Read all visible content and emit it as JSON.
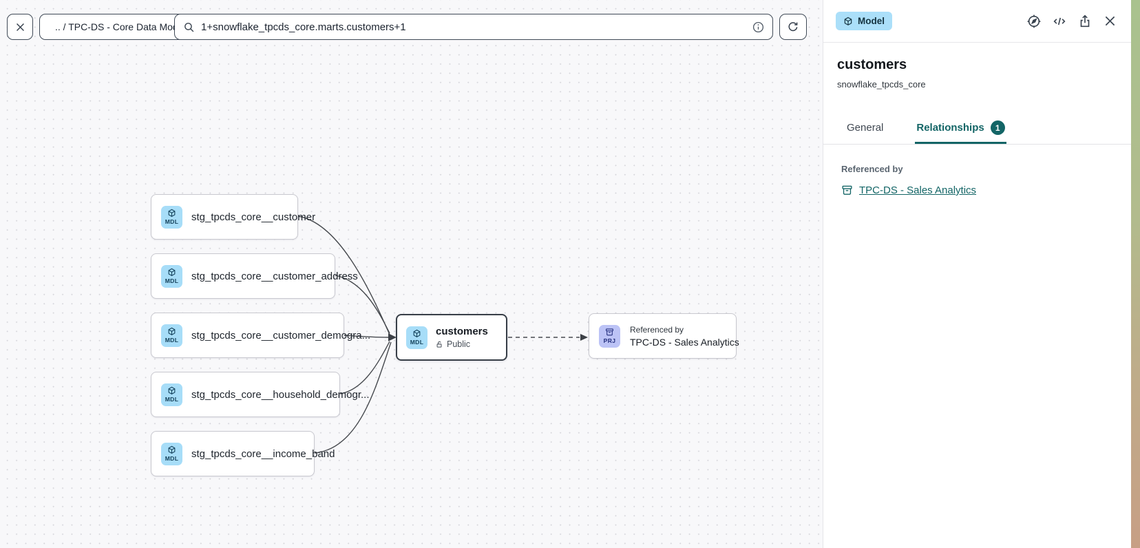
{
  "topbar": {
    "breadcrumb": ".. / TPC-DS - Core Data Models",
    "search_value": "1+snowflake_tpcds_core.marts.customers+1"
  },
  "graph": {
    "nodes": [
      {
        "type": "MDL",
        "label": "stg_tpcds_core__customer"
      },
      {
        "type": "MDL",
        "label": "stg_tpcds_core__customer_address"
      },
      {
        "type": "MDL",
        "label": "stg_tpcds_core__customer_demogra..."
      },
      {
        "type": "MDL",
        "label": "stg_tpcds_core__household_demogr..."
      },
      {
        "type": "MDL",
        "label": "stg_tpcds_core__income_band"
      }
    ],
    "selected": {
      "type": "MDL",
      "label": "customers",
      "access": "Public"
    },
    "downstream": {
      "type": "PRJ",
      "caption": "Referenced by",
      "label": "TPC-DS - Sales Analytics"
    }
  },
  "panel": {
    "badge_label": "Model",
    "title": "customers",
    "subtitle": "snowflake_tpcds_core",
    "tabs": {
      "general": "General",
      "relationships": "Relationships",
      "relationships_count": "1"
    },
    "referenced_by_heading": "Referenced by",
    "referenced_by_link": "TPC-DS - Sales Analytics"
  },
  "colors": {
    "accent_teal": "#136566",
    "model_chip_bg": "#a7ddf8",
    "project_chip_bg": "#bcc3f6",
    "model_badge_bg": "#abdff9",
    "canvas_bg": "#f8f8fa",
    "edge_stroke": "#46494e"
  }
}
